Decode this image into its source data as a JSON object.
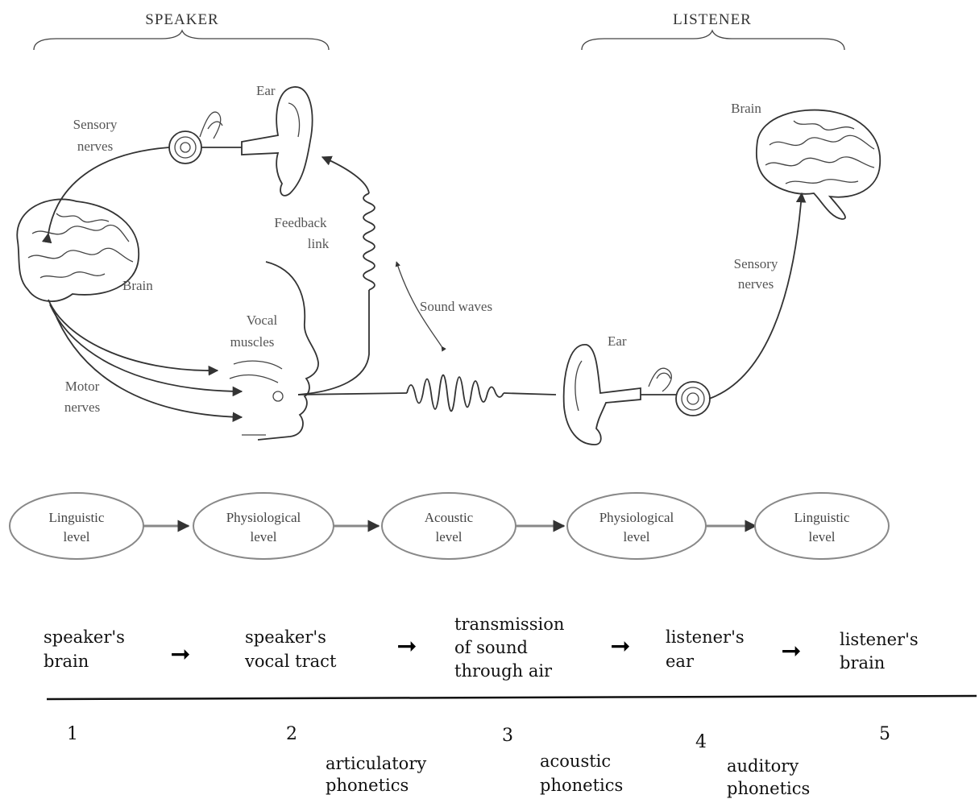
{
  "groups": {
    "speaker": "SPEAKER",
    "listener": "LISTENER"
  },
  "illustration": {
    "speaker": {
      "ear": "Ear",
      "sensory_nerves": [
        "Sensory",
        "nerves"
      ],
      "brain": "Brain",
      "feedback_link": [
        "Feedback",
        "link"
      ],
      "vocal_muscles": [
        "Vocal",
        "muscles"
      ],
      "motor_nerves": [
        "Motor",
        "nerves"
      ]
    },
    "sound_waves": "Sound waves",
    "listener": {
      "brain": "Brain",
      "sensory_nerves": [
        "Sensory",
        "nerves"
      ],
      "ear": "Ear"
    }
  },
  "levels": [
    {
      "lines": [
        "Linguistic",
        "level"
      ]
    },
    {
      "lines": [
        "Physiological",
        "level"
      ]
    },
    {
      "lines": [
        "Acoustic",
        "level"
      ]
    },
    {
      "lines": [
        "Physiological",
        "level"
      ]
    },
    {
      "lines": [
        "Linguistic",
        "level"
      ]
    }
  ],
  "stages": [
    {
      "lines": [
        "speaker's",
        "brain"
      ]
    },
    {
      "lines": [
        "speaker's",
        "vocal tract"
      ]
    },
    {
      "lines": [
        "transmission",
        "of sound",
        "through air"
      ]
    },
    {
      "lines": [
        "listener's",
        "ear"
      ]
    },
    {
      "lines": [
        "listener's",
        "brain"
      ]
    }
  ],
  "stage_numbers": [
    "1",
    "2",
    "3",
    "4",
    "5"
  ],
  "branches": [
    {
      "lines": [
        "articulatory",
        "phonetics"
      ]
    },
    {
      "lines": [
        "acoustic",
        "phonetics"
      ]
    },
    {
      "lines": [
        "auditory",
        "phonetics"
      ]
    }
  ]
}
